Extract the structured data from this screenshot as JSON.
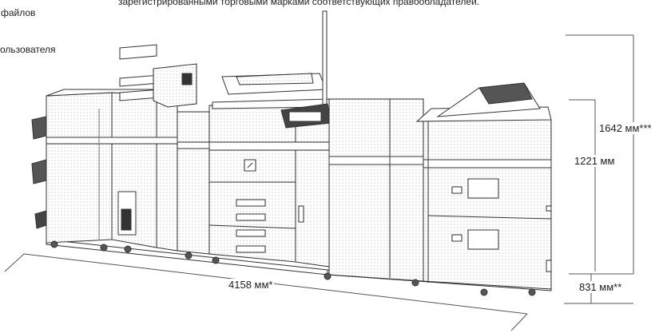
{
  "header": {
    "line_top_right": "зарегистрированными торговыми марками соответствующих правообладателей.",
    "left_line1": "файлов",
    "left_line2": "ользователя"
  },
  "dimensions": {
    "height_total": "1642 мм***",
    "height_body": "1221 мм",
    "depth": "831 мм**",
    "width": "4158 мм*"
  },
  "icons": {
    "printer": "production-printer-icon"
  }
}
